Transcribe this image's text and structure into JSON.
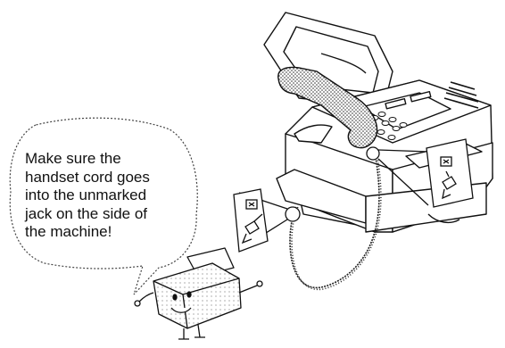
{
  "callout": {
    "lines": [
      "Make sure the",
      "handset cord goes",
      "into the unmarked",
      "jack on the side of",
      "the machine!"
    ]
  },
  "icons": {
    "fax_machine": "fax-machine-icon",
    "handset": "handset-icon",
    "mascot": "fax-mascot-icon",
    "jack_callout_left": "phone-jack-icon",
    "jack_callout_right": "phone-jack-icon"
  }
}
